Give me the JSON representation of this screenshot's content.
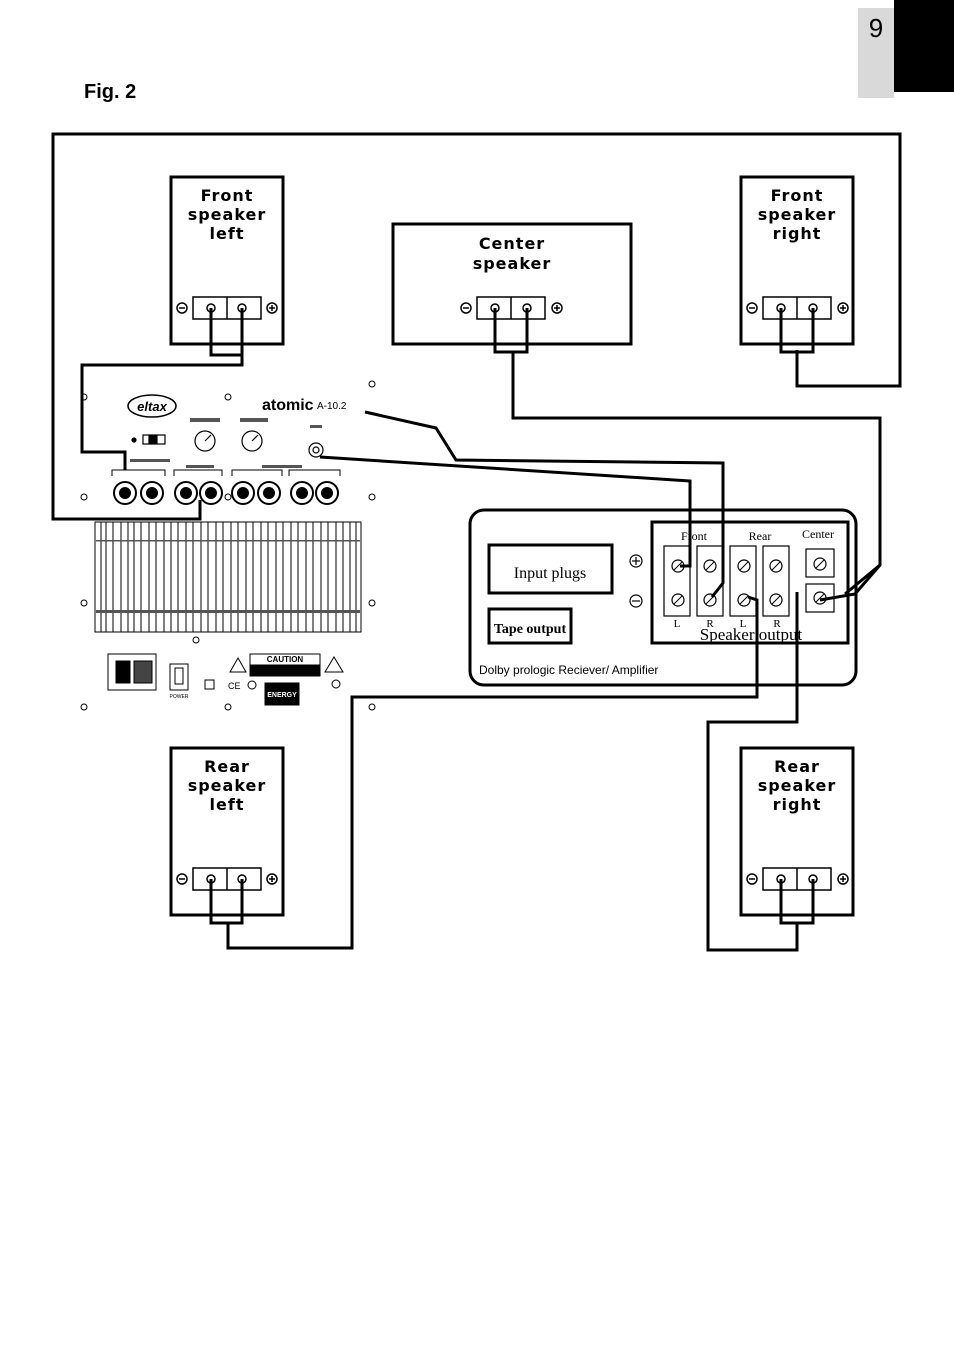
{
  "page": {
    "number": "9",
    "figure_label": "Fig. 2"
  },
  "speakers": {
    "front_left": [
      "Front",
      "speaker",
      "left"
    ],
    "center": [
      "Center",
      "speaker"
    ],
    "front_right": [
      "Front",
      "speaker",
      "right"
    ],
    "rear_left": [
      "Rear",
      "speaker",
      "left"
    ],
    "rear_right": [
      "Rear",
      "speaker",
      "right"
    ]
  },
  "subwoofer_panel": {
    "brand": "eltax",
    "model_brand": "atomic",
    "model": "A-10.2",
    "caution": "CAUTION",
    "energy": "ENERGY"
  },
  "receiver": {
    "input_plugs": "Input plugs",
    "tape_output": "Tape output",
    "groups": {
      "front": "Front",
      "rear": "Rear",
      "center": "Center"
    },
    "channels": {
      "front_l": "L",
      "front_r": "R",
      "rear_l": "L",
      "rear_r": "R"
    },
    "speaker_output": "Speaker output",
    "caption": "Dolby prologic Reciever/ Amplifier"
  },
  "colors": {
    "ink": "#000000",
    "tab": "#d9d9d9",
    "paper": "#ffffff"
  }
}
